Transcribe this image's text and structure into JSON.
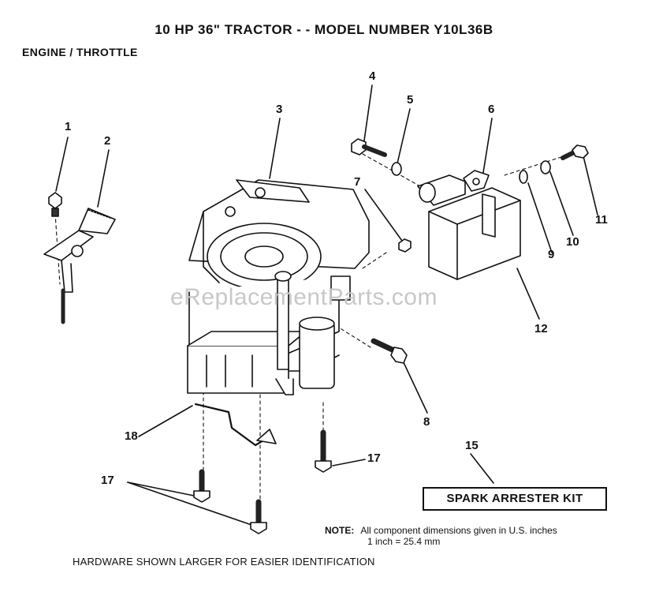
{
  "header": {
    "title": "10 HP 36\" TRACTOR - - MODEL NUMBER Y10L36B",
    "section": "ENGINE / THROTTLE"
  },
  "callouts": {
    "c1": "1",
    "c2": "2",
    "c3": "3",
    "c4": "4",
    "c5": "5",
    "c6": "6",
    "c7": "7",
    "c8": "8",
    "c9": "9",
    "c10": "10",
    "c11": "11",
    "c12": "12",
    "c15": "15",
    "c17a": "17",
    "c17b": "17",
    "c18": "18"
  },
  "kit_label": "SPARK ARRESTER KIT",
  "note": {
    "label": "NOTE:",
    "line1": "All component dimensions given in U.S. inches",
    "line2": "1 inch = 25.4 mm"
  },
  "footer": "HARDWARE SHOWN LARGER FOR EASIER IDENTIFICATION",
  "watermark": "eReplacementParts.com"
}
